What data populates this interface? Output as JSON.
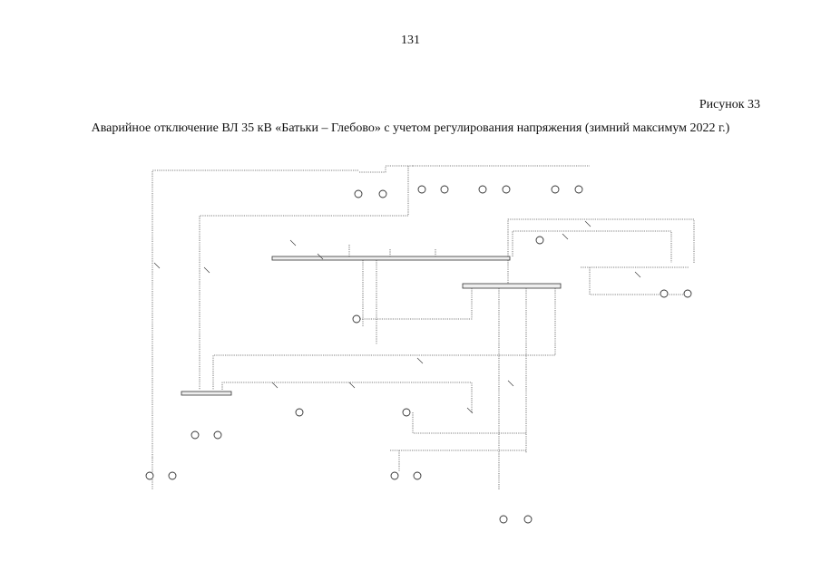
{
  "page": {
    "number": "131"
  },
  "figure": {
    "label": "Рисунок 33",
    "caption": "Аварийное отключение ВЛ 35 кВ «Батьки – Глебово» с учетом регулирования напряжения (зимний максимум 2022 г.)"
  },
  "schematic": {
    "line_color": "#555555",
    "bus_fill": "#eeeeee"
  }
}
